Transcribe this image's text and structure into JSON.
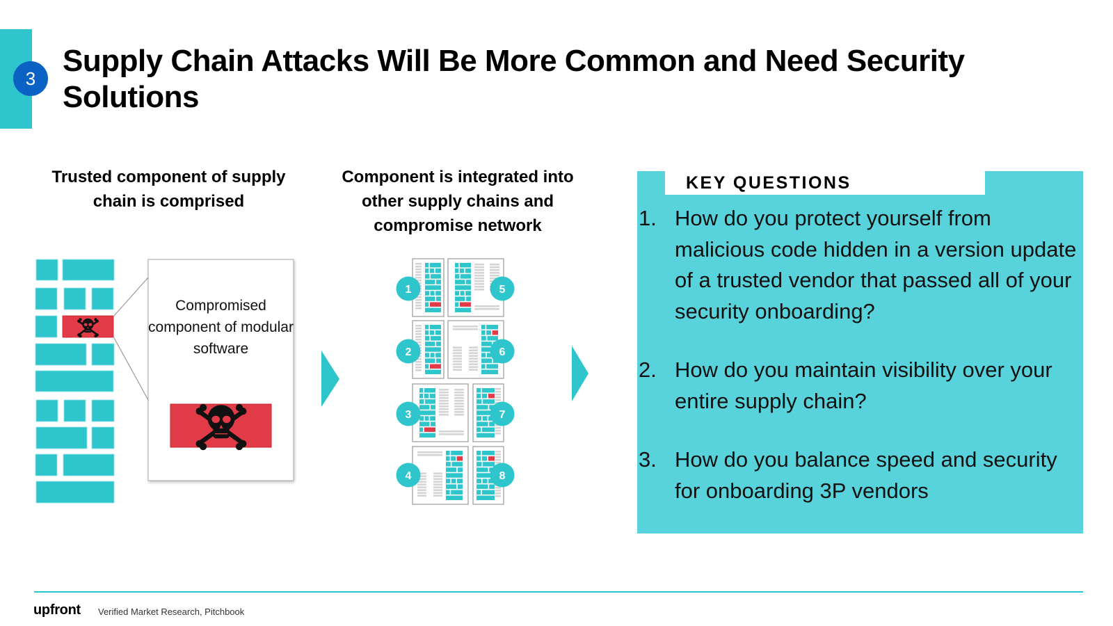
{
  "header": {
    "section_number": "3",
    "title": "Supply Chain Attacks Will Be More Common and Need Security Solutions"
  },
  "colors": {
    "accent_teal": "#2fc5cc",
    "panel_teal": "#58d3db",
    "badge_blue": "#0b62c4",
    "alert_red": "#e13b48",
    "panel_gray": "#999999"
  },
  "left_column": {
    "heading": "Trusted component of supply chain is comprised",
    "callout_text": "Compromised component of modular software",
    "icons": [
      "skull-crossbones-icon"
    ]
  },
  "middle_column": {
    "heading": "Component is integrated into other supply chains and compromise network",
    "network_labels": [
      "1",
      "2",
      "3",
      "4",
      "5",
      "6",
      "7",
      "8"
    ]
  },
  "key_questions": {
    "title": "KEY QUESTIONS",
    "items": [
      {
        "num": "1.",
        "text": "How do you protect yourself from malicious code hidden in a version update of a trusted vendor that passed all of your security onboarding?"
      },
      {
        "num": "2.",
        "text": "How do you maintain visibility over your entire supply chain?"
      },
      {
        "num": "3.",
        "text": "How do you balance speed and security for onboarding 3P vendors"
      }
    ]
  },
  "footer": {
    "brand": "upfront",
    "source": "Verified Market Research, Pitchbook"
  }
}
